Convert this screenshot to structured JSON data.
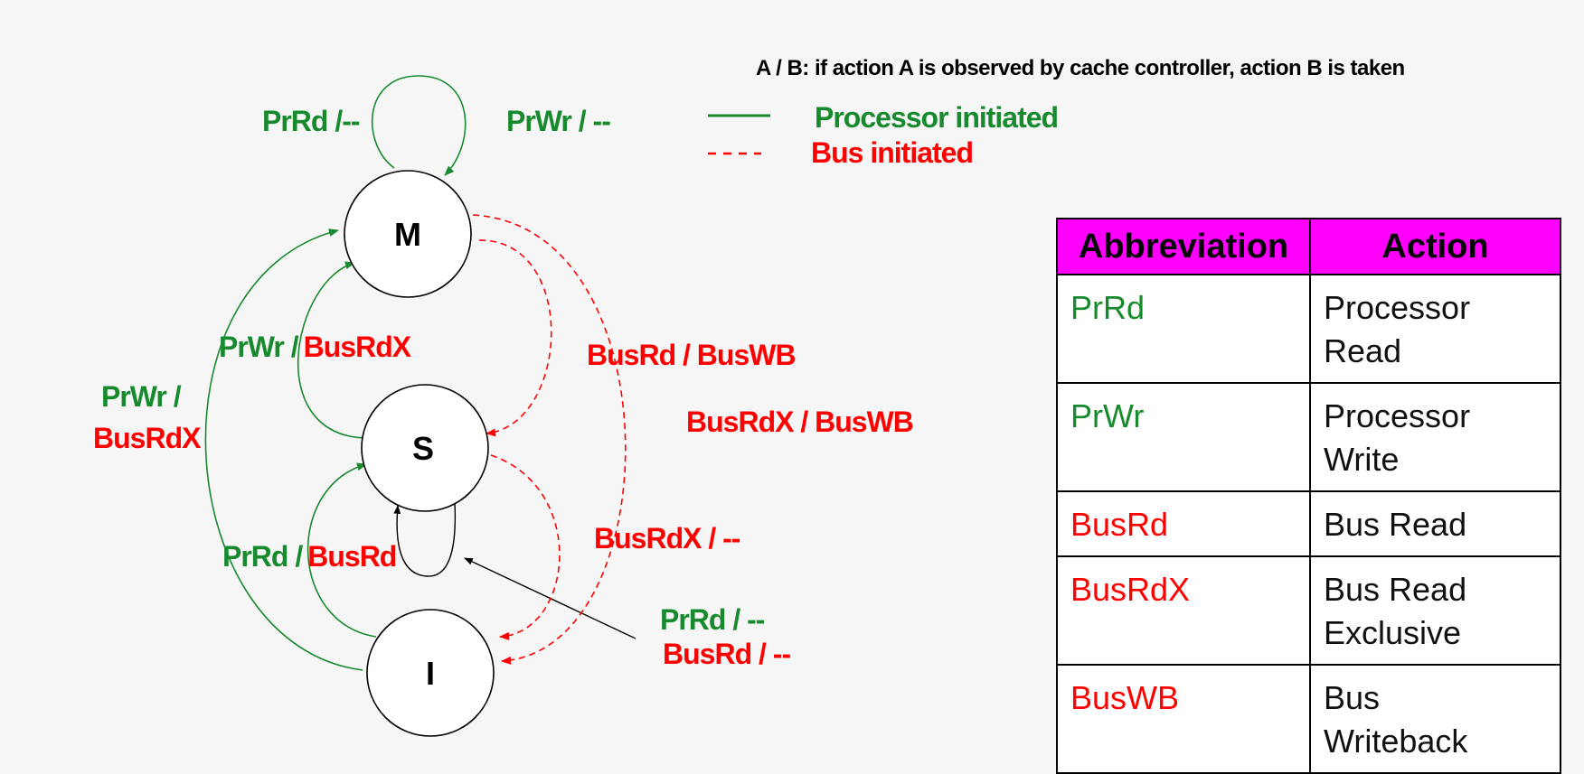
{
  "colors": {
    "processor": "#188a2e",
    "bus": "#ff0000",
    "table_header": "#ff00ff"
  },
  "note": "A / B: if action A is observed by cache controller,  action B is taken",
  "legend": {
    "processor": "Processor initiated",
    "bus": "Bus initiated"
  },
  "states": {
    "m": "M",
    "s": "S",
    "i": "I"
  },
  "transitions": {
    "m_self": "PrRd /--",
    "m_self_right": "PrWr / --",
    "s_to_m_event": "PrWr /",
    "s_to_m_action": "BusRdX",
    "i_to_m_event": "PrWr /",
    "i_to_m_action": "BusRdX",
    "m_to_s": "BusRd / BusWB",
    "m_to_i": "BusRdX / BusWB",
    "i_to_s_event": "PrRd /",
    "i_to_s_action": "BusRd",
    "s_to_i": "BusRdX / --",
    "s_self_prrd": "PrRd / --",
    "s_self_busrd": "BusRd / --"
  },
  "table": {
    "headers": [
      "Abbreviation",
      "Action"
    ],
    "rows": [
      {
        "abbr": "PrRd",
        "action_line1": "Processor",
        "action_line2": "Read",
        "kind": "processor"
      },
      {
        "abbr": "PrWr",
        "action_line1": "Processor",
        "action_line2": "Write",
        "kind": "processor"
      },
      {
        "abbr": "BusRd",
        "action_line1": "Bus Read",
        "action_line2": "",
        "kind": "bus"
      },
      {
        "abbr": "BusRdX",
        "action_line1": "Bus Read",
        "action_line2": "Exclusive",
        "kind": "bus"
      },
      {
        "abbr": "BusWB",
        "action_line1": "Bus",
        "action_line2": "Writeback",
        "kind": "bus"
      }
    ]
  }
}
